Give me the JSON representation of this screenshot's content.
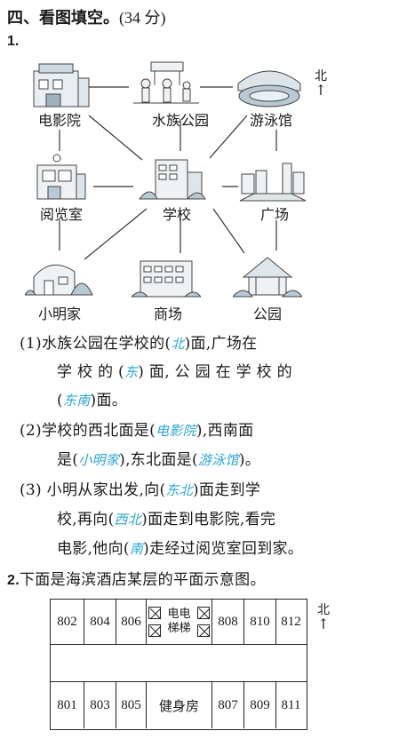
{
  "section": {
    "title": "四、看图填空。",
    "points": "(34 分)"
  },
  "q1": {
    "number": "1.",
    "north": "北",
    "places": {
      "cinema": "电影院",
      "aquapark": "水族公园",
      "pool": "游泳馆",
      "reading": "阅览室",
      "school": "学校",
      "square": "广场",
      "home": "小明家",
      "mall": "商场",
      "park": "公园"
    },
    "p1": {
      "l1a": "(1)水族公园在学校的(",
      "a1": "北",
      "l1b": ")面,广场在",
      "l2a": "学 校 的 (",
      "a2": "东",
      "l2b": ") 面, 公 园 在 学 校 的",
      "l3a": "(",
      "a3": "东南",
      "l3b": ")面。"
    },
    "p2": {
      "l1a": "(2)学校的西北面是(",
      "a1": "电影院",
      "l1b": "),西南面",
      "l2a": "是(",
      "a2": "小明家",
      "l2b": "),东北面是(",
      "a3": "游泳馆",
      "l2c": ")。"
    },
    "p3": {
      "l1a": "(3) 小明从家出发,向(",
      "a1": "东北",
      "l1b": ")面走到学",
      "l2a": "校,再向(",
      "a2": "西北",
      "l2b": ")面走到电影院,看完",
      "l3a": "电影,他向(",
      "a3": "南",
      "l3b": ")走经过阅览室回到家。"
    }
  },
  "q2": {
    "number": "2.",
    "text": "下面是海滨酒店某层的平面示意图。",
    "north": "北",
    "top_rooms": [
      "802",
      "804",
      "806"
    ],
    "elevator": [
      "电电",
      "梯梯"
    ],
    "top_rooms_right": [
      "808",
      "810",
      "812"
    ],
    "bottom_rooms": [
      "801",
      "803",
      "805",
      "健身房",
      "807",
      "809",
      "811"
    ]
  }
}
